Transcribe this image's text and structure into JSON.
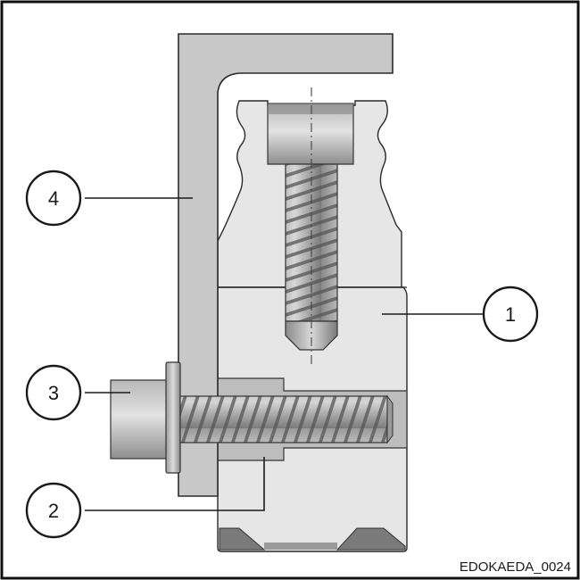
{
  "diagram": {
    "reference_code": "EDOKAEDA_0024",
    "callouts": [
      {
        "id": "1",
        "label": "1"
      },
      {
        "id": "2",
        "label": "2"
      },
      {
        "id": "3",
        "label": "3"
      },
      {
        "id": "4",
        "label": "4"
      }
    ],
    "colors": {
      "frame": "#111111",
      "block_fill": "#e6e6e6",
      "angle_fill": "#c8c8c8",
      "section_dark": "#8c8c8c",
      "screw_light": "#d0d0d0",
      "screw_dark": "#6e6e6e",
      "callout_fill": "#ffffff",
      "callout_stroke": "#1a1a1a"
    }
  }
}
